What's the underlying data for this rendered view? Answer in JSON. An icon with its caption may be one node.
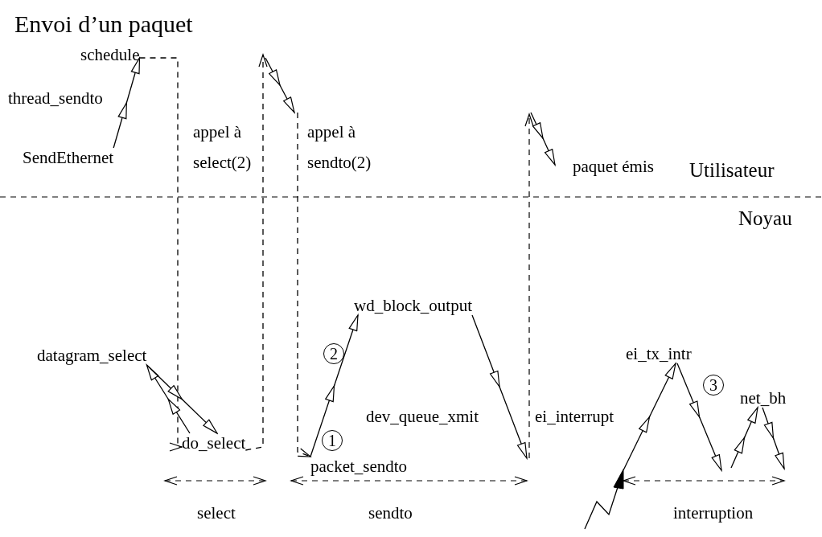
{
  "diagram": {
    "title": "Envoi d’un paquet",
    "nodes": [
      {
        "text": [
          "schedule"
        ]
      },
      {
        "text": [
          "SendEthernet"
        ]
      },
      {
        "text": [
          "wd_block_output"
        ]
      },
      {
        "text": [
          "datagram_select"
        ]
      },
      {
        "text": [
          "ei_tx_intr"
        ]
      },
      {
        "text": [
          "net_bh"
        ]
      },
      {
        "text": [
          "do_select"
        ]
      },
      {
        "text": [
          "packet_sendto"
        ]
      }
    ],
    "edges": [
      {
        "from": 1,
        "to": 0,
        "arrow": "to"
      },
      {
        "from": 0,
        "to": 6,
        "arrow": "to",
        "style": "dashed"
      },
      {
        "from": 6,
        "to": 3,
        "arrow": "to"
      },
      {
        "from": 3,
        "to": 6,
        "arrow": "to"
      },
      {
        "from": 6,
        "to": null,
        "arrow": "to",
        "style": "dashed"
      },
      {
        "from": null,
        "to": 7,
        "arrow": "to",
        "style": "dashed"
      },
      {
        "from": 7,
        "to": 2,
        "arrow": "to"
      },
      {
        "from": 2,
        "to": null,
        "arrow": "to"
      },
      {
        "from": null,
        "to": 4,
        "arrow": "to"
      },
      {
        "from": 4,
        "to": null,
        "arrow": "to"
      },
      {
        "from": null,
        "to": 5,
        "arrow": "to"
      },
      {
        "from": 5,
        "to": null,
        "arrow": "to"
      }
    ],
    "labels": [
      "thread_sendto",
      "appel à select(2)",
      "appel à sendto(2)",
      "paquet émis",
      "Utilisateur",
      "Noyau",
      "2",
      "3",
      "dev_queue_xmit",
      "ei_interrupt",
      "1",
      "select",
      "sendto",
      "interruption"
    ]
  }
}
